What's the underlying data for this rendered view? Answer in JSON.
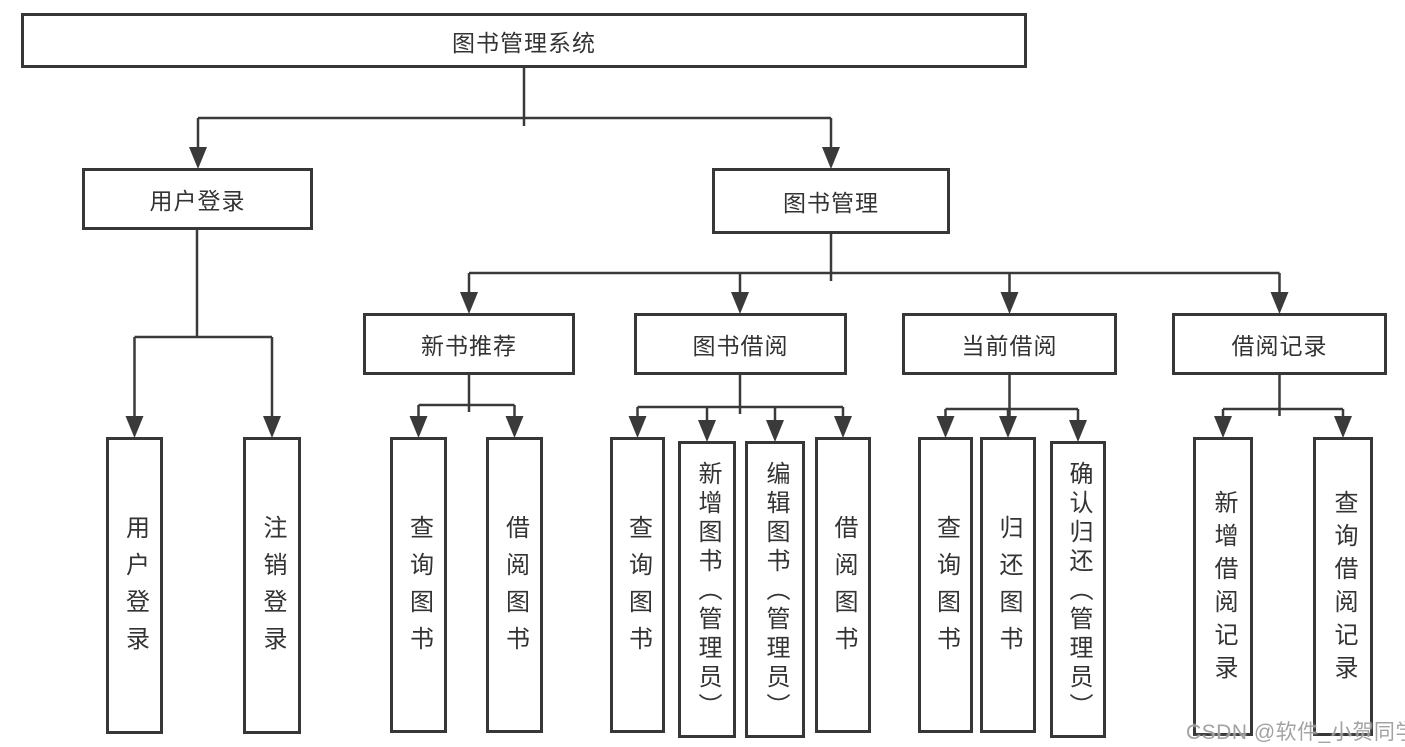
{
  "tree": {
    "root": "图书管理系统",
    "login": {
      "label": "用户登录",
      "children": [
        "用户登录",
        "注销登录"
      ]
    },
    "manage": {
      "label": "图书管理",
      "sections": [
        {
          "label": "新书推荐",
          "children": [
            "查询图书",
            "借阅图书"
          ]
        },
        {
          "label": "图书借阅",
          "children": [
            "查询图书",
            "新增图书（管理员）",
            "编辑图书（管理员）",
            "借阅图书"
          ]
        },
        {
          "label": "当前借阅",
          "children": [
            "查询图书",
            "归还图书",
            "确认归还（管理员）"
          ]
        },
        {
          "label": "借阅记录",
          "children": [
            "新增借阅记录",
            "查询借阅记录"
          ]
        }
      ]
    }
  },
  "watermark": "CSDN @软件_小贺同学",
  "colors": {
    "line": "#3a3a3a",
    "border": "#373737",
    "text": "#333333",
    "watermark": "#9b9b9b",
    "background": "#ffffff"
  }
}
